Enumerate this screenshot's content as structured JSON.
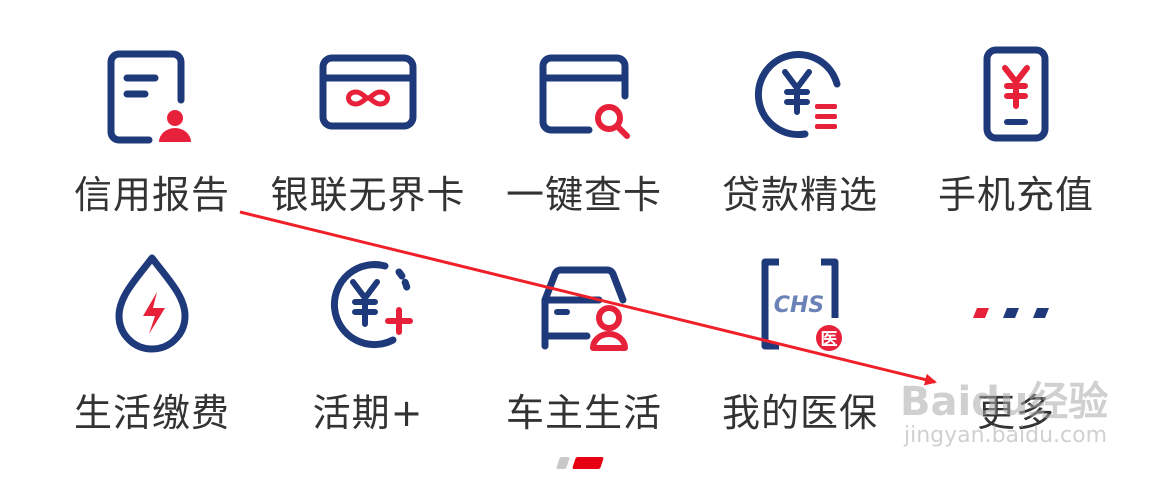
{
  "items": [
    {
      "label": "信用报告",
      "icon": "credit-report-icon"
    },
    {
      "label": "银联无界卡",
      "icon": "unionpay-card-icon"
    },
    {
      "label": "一键查卡",
      "icon": "card-search-icon"
    },
    {
      "label": "贷款精选",
      "icon": "loan-yuan-icon"
    },
    {
      "label": "手机充值",
      "icon": "phone-recharge-icon"
    },
    {
      "label": "生活缴费",
      "icon": "utility-drop-icon"
    },
    {
      "label": "活期+",
      "icon": "yuan-plus-icon"
    },
    {
      "label": "车主生活",
      "icon": "car-owner-icon"
    },
    {
      "label": "我的医保",
      "icon": "medical-insurance-icon"
    },
    {
      "label": "更多",
      "icon": "more-dots-icon"
    }
  ],
  "medical_icon_text": {
    "chs": "CHS",
    "badge": "医"
  },
  "pager": {
    "pages": 2,
    "active": 2
  },
  "watermark": {
    "main": "Baidu经验",
    "sub": "jingyan.baidu.com"
  },
  "colors": {
    "navy": "#1f3a7a",
    "red": "#e8213a",
    "text": "#333333"
  }
}
